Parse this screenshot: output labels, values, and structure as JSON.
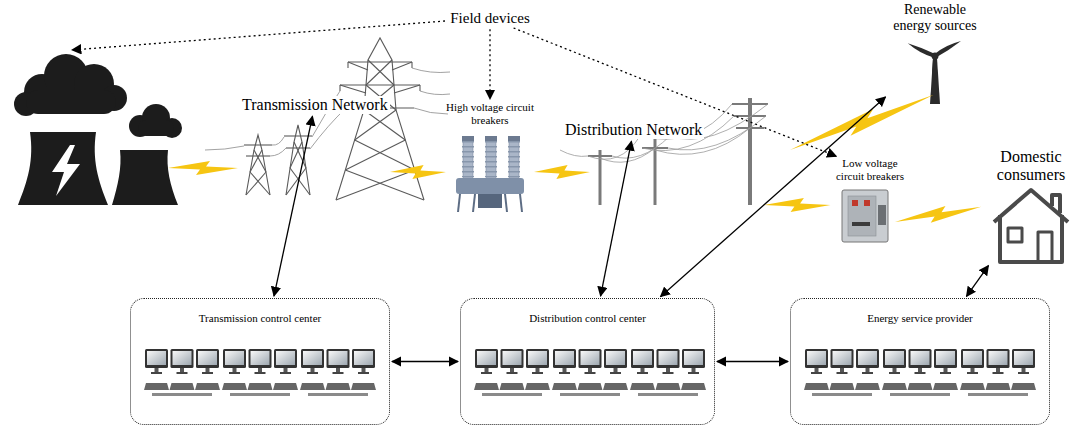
{
  "diagram": {
    "nodes": [
      {
        "text": [
          "Field devices"
        ]
      },
      {
        "text": [
          "Transmission Network"
        ]
      },
      {
        "text": [
          "High voltage circuit breakers"
        ]
      },
      {
        "text": [
          "Distribution Network"
        ]
      },
      {
        "text": [
          "Renewable energy sources"
        ]
      },
      {
        "text": [
          "Low voltage circuit breakers"
        ]
      },
      {
        "text": [
          "Domestic consumers"
        ]
      },
      {
        "text": [
          "Transmission control center"
        ]
      },
      {
        "text": [
          "Distribution control center"
        ]
      },
      {
        "text": [
          "Energy service provider"
        ]
      }
    ],
    "edges": [
      {
        "from": 0,
        "to": 2,
        "arrow": "to"
      },
      {
        "from": 0,
        "to": 5,
        "arrow": "to"
      },
      {
        "from": 7,
        "to": 1,
        "arrow": "both"
      },
      {
        "from": 8,
        "to": 3,
        "arrow": "both"
      },
      {
        "from": 8,
        "to": 4,
        "arrow": "both"
      },
      {
        "from": 9,
        "to": 6,
        "arrow": "both"
      },
      {
        "from": 7,
        "to": 8,
        "arrow": "both"
      },
      {
        "from": 8,
        "to": 9,
        "arrow": "both"
      }
    ]
  }
}
